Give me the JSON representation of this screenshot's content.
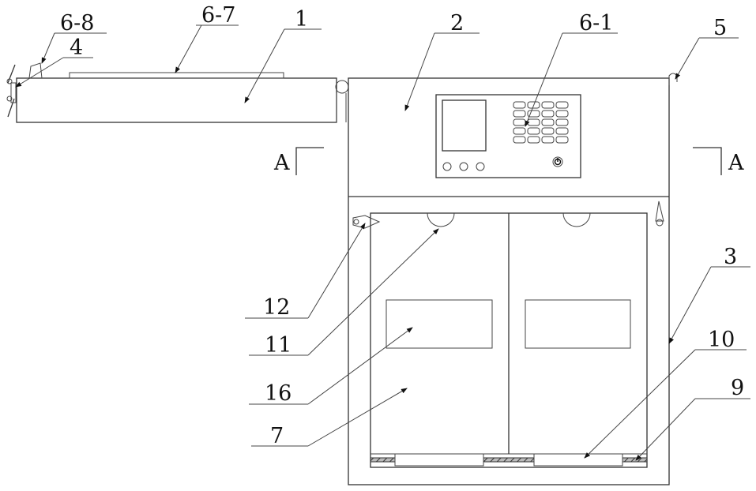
{
  "labels": {
    "l68": "6-8",
    "l4": "4",
    "l67": "6-7",
    "l1": "1",
    "l2": "2",
    "l61": "6-1",
    "l5": "5",
    "l3": "3",
    "l10": "10",
    "l9": "9",
    "l12": "12",
    "l11": "11",
    "l16": "16",
    "l7": "7"
  },
  "section": {
    "left": "A",
    "right": "A"
  },
  "colors": {
    "line": "#333333",
    "background": "#ffffff"
  }
}
